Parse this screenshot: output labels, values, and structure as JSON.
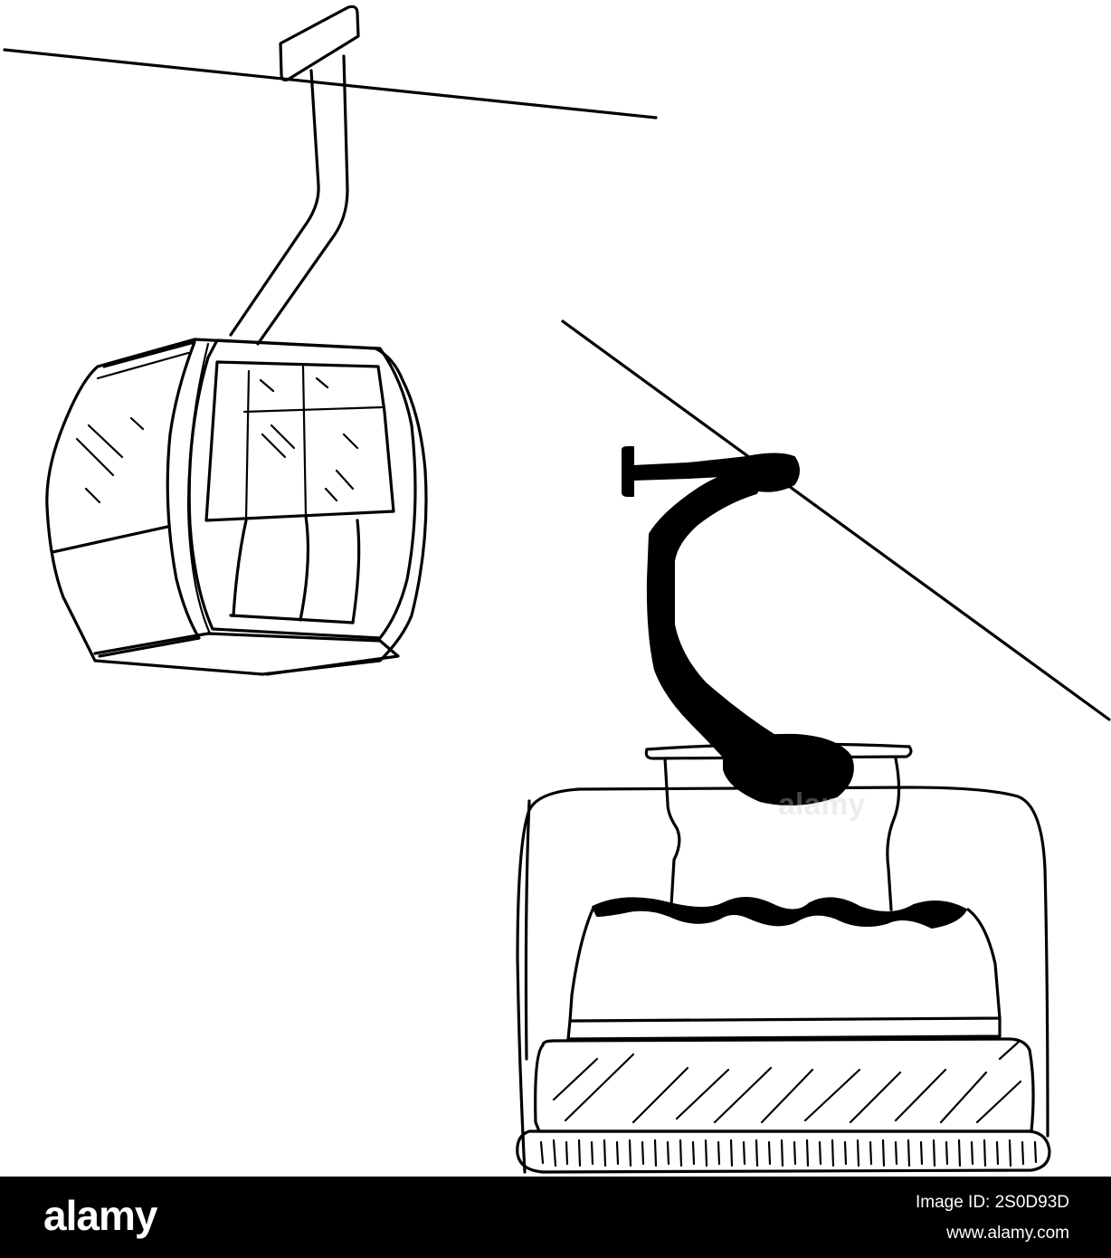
{
  "watermark": {
    "text": "alamy"
  },
  "footer": {
    "logo_text": "alamy",
    "image_id_line": "Image ID: 2S0D93D",
    "url_line": "www.alamy.com",
    "background_color": "#000000",
    "text_color": "#ffffff"
  },
  "subjects": [
    "gondola-cabin",
    "chairlift-chair"
  ],
  "palette": {
    "ink": "#000000",
    "paper": "#ffffff"
  }
}
